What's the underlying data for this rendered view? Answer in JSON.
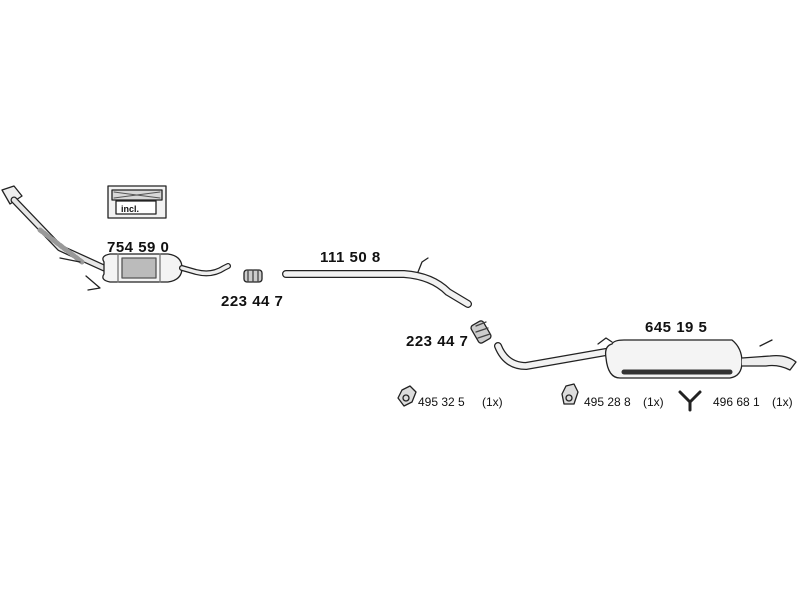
{
  "diagram": {
    "kit_badge": "incl.",
    "parts": {
      "front_pipe_cat": "754 59 0",
      "clamp_1": "223 44 7",
      "middle_pipe": "111 50 8",
      "clamp_2": "223 44 7",
      "rear_silencer": "645 19 5"
    },
    "hardware": [
      {
        "number": "495 32 5",
        "qty": "(1x)"
      },
      {
        "number": "495 28 8",
        "qty": "(1x)"
      },
      {
        "number": "496 68 1",
        "qty": "(1x)"
      }
    ]
  }
}
